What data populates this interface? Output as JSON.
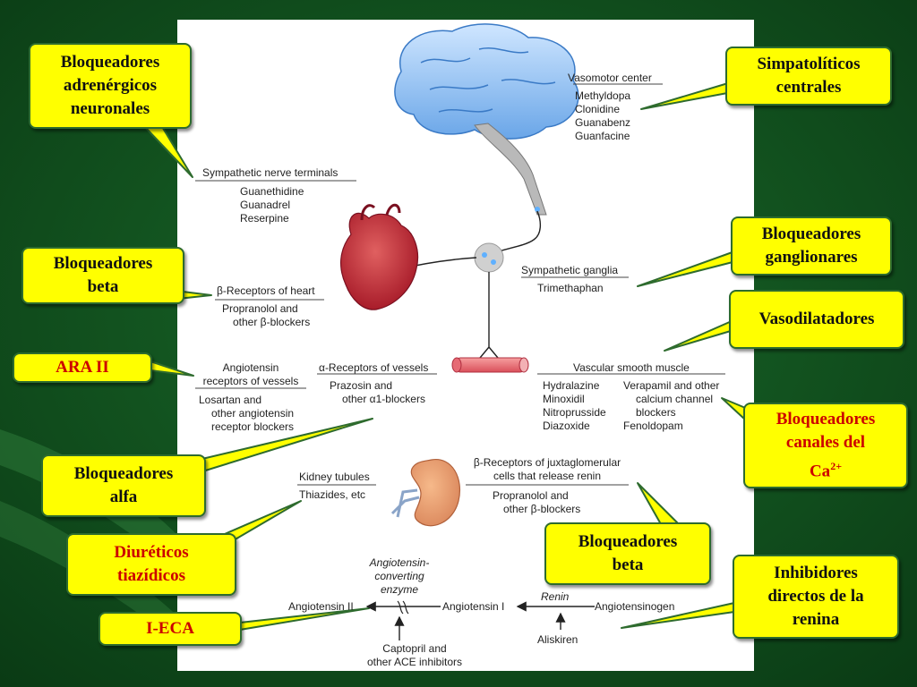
{
  "colors": {
    "background": "#0e4a1c",
    "callout": "#ffff00",
    "callout_border": "#2e6b2e",
    "callout_red_text": "#cc0000"
  },
  "icons": [
    "brain-icon",
    "heart-icon",
    "blood-vessel-icon",
    "kidney-icon",
    "ganglion-icon"
  ],
  "diagram": {
    "vasomotor": {
      "title": "Vasomotor center",
      "drugs": [
        "Methyldopa",
        "Clonidine",
        "Guanabenz",
        "Guanfacine"
      ]
    },
    "nerve_terminals": {
      "title": "Sympathetic nerve terminals",
      "drugs": [
        "Guanethidine",
        "Guanadrel",
        "Reserpine"
      ]
    },
    "heart_receptors": {
      "title": "β-Receptors of heart",
      "drugs": [
        "Propranolol and",
        "other β-blockers"
      ]
    },
    "ganglia": {
      "title": "Sympathetic ganglia",
      "drugs": [
        "Trimethaphan"
      ]
    },
    "angiotensin_receptors": {
      "title": [
        "Angiotensin",
        "receptors of vessels"
      ],
      "drugs": [
        "Losartan and",
        "other angiotensin",
        "receptor blockers"
      ]
    },
    "alpha_receptors": {
      "title": "α-Receptors of vessels",
      "drugs": [
        "Prazosin and",
        "other α1-blockers"
      ]
    },
    "vascular_smooth_muscle": {
      "title": "Vascular smooth muscle",
      "left": [
        "Hydralazine",
        "Minoxidil",
        "Nitroprusside",
        "Diazoxide"
      ],
      "right": [
        "Verapamil and other",
        "calcium channel",
        "blockers",
        "Fenoldopam"
      ]
    },
    "kidney_tubules": {
      "title": "Kidney tubules",
      "drugs": [
        "Thiazides, etc"
      ]
    },
    "juxtaglomerular": {
      "title": [
        "β-Receptors of juxtaglomerular",
        "cells that release renin"
      ],
      "drugs": [
        "Propranolol and",
        "other β-blockers"
      ]
    },
    "raas": {
      "ace_label": [
        "Angiotensin-",
        "converting",
        "enzyme"
      ],
      "angiotensin_ii": "Angiotensin II",
      "angiotensin_i": "Angiotensin I",
      "renin": "Renin",
      "angiotensinogen": "Angiotensinogen",
      "ace_inhibitors": [
        "Captopril and",
        "other ACE inhibitors"
      ],
      "aliskiren": "Aliskiren"
    }
  },
  "callouts": {
    "neuronal_adrenergic_blockers": [
      "Bloqueadores",
      "adrenérgicos",
      "neuronales"
    ],
    "central_sympatholytics": [
      "Simpatolíticos",
      "centrales"
    ],
    "beta_blockers_heart": [
      "Bloqueadores",
      "beta"
    ],
    "ganglionic_blockers": [
      "Bloqueadores",
      "ganglionares"
    ],
    "vasodilators": [
      "Vasodilatadores"
    ],
    "ara_ii": [
      "ARA II"
    ],
    "calcium_channel_blockers": [
      "Bloqueadores",
      "canales del",
      "Ca",
      "2+"
    ],
    "alpha_blockers": [
      "Bloqueadores",
      "alfa"
    ],
    "thiazide_diuretics": [
      "Diuréticos",
      "tiazídicos"
    ],
    "beta_blockers_kidney": [
      "Bloqueadores",
      "beta"
    ],
    "direct_renin_inhibitors": [
      "Inhibidores",
      "directos de la",
      "renina"
    ],
    "ace_inhibitors": [
      "I-ECA"
    ]
  }
}
